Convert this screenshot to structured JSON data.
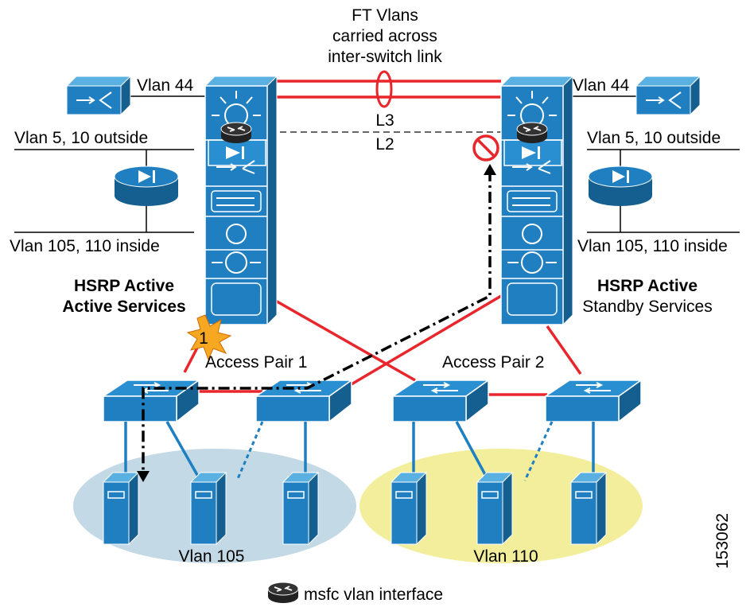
{
  "title_lines": [
    "FT Vlans",
    "carried across",
    "inter-switch link"
  ],
  "left_side": {
    "vlan44": "Vlan 44",
    "outside": "Vlan 5, 10 outside",
    "inside": "Vlan 105, 110 inside",
    "role_line1": "HSRP Active",
    "role_line2": "Active Services"
  },
  "right_side": {
    "vlan44": "Vlan 44",
    "outside": "Vlan 5, 10 outside",
    "inside": "Vlan 105, 110 inside",
    "role_line1": "HSRP Active",
    "role_line2": "Standby Services"
  },
  "link_labels": {
    "l3": "L3",
    "l2": "L2"
  },
  "failure_marker": "1",
  "access_pair_1": "Access Pair 1",
  "access_pair_2": "Access Pair 2",
  "vlan_groups": [
    "Vlan 105",
    "Vlan 110"
  ],
  "legend": "msfc vlan interface",
  "figure_id": "153062",
  "colors": {
    "switch_blue": "#1f7fc0",
    "link_red": "#e8262c",
    "vlan105_fill": "#c3d9e6",
    "vlan110_fill": "#f3ee9c",
    "blocked": "#e8262c",
    "failure_star": "#f7a823"
  }
}
